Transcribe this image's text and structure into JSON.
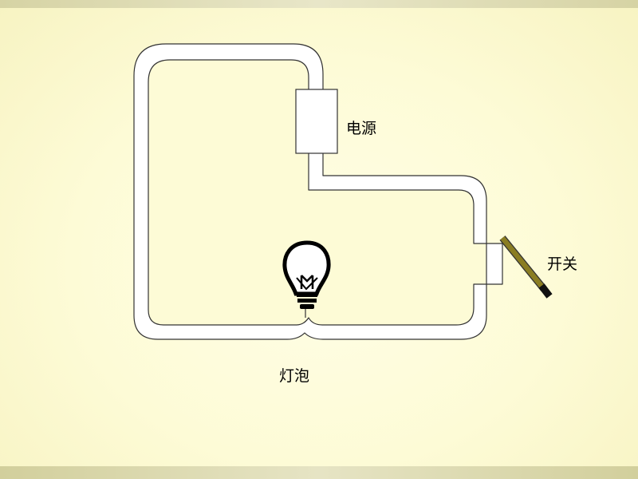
{
  "labels": {
    "power": "电源",
    "switch": "开关",
    "bulb": "灯泡"
  },
  "colors": {
    "background": "#fdfbd6",
    "wire_outline": "#333333",
    "wire_fill": "#ffffff",
    "switch_lever": "#8a7d22",
    "bulb": "#000000"
  },
  "switch": {
    "state": "open"
  }
}
